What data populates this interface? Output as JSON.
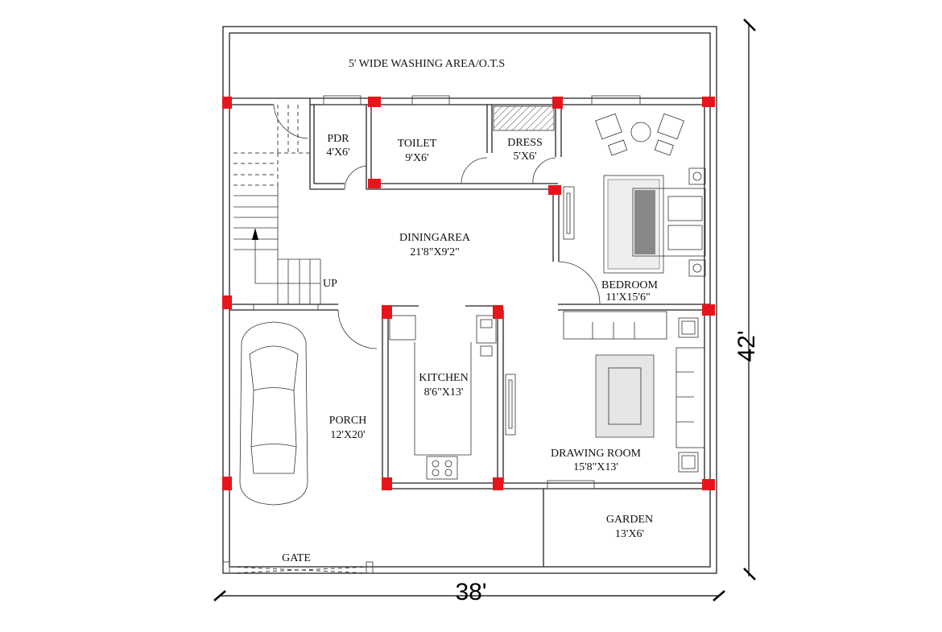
{
  "title": "38' x 42' House Floor Plan",
  "rooms": {
    "washing": {
      "name": "5' WIDE WASHING AREA/O.T.S"
    },
    "pdr": {
      "name": "PDR",
      "size": "4'X6'"
    },
    "toilet": {
      "name": "TOILET",
      "size": "9'X6'"
    },
    "dress": {
      "name": "DRESS",
      "size": "5'X6'"
    },
    "dining": {
      "name": "DININGAREA",
      "size": "21'8\"X9'2\""
    },
    "bedroom": {
      "name": "BEDROOM",
      "size": "11'X15'6\""
    },
    "kitchen": {
      "name": "KITCHEN",
      "size": "8'6\"X13'"
    },
    "porch": {
      "name": "PORCH",
      "size": "12'X20'"
    },
    "drawing": {
      "name": "DRAWING ROOM",
      "size": "15'8\"X13'"
    },
    "garden": {
      "name": "GARDEN",
      "size": "13'X6'"
    }
  },
  "stair_label": "UP",
  "gate_label": "GATE",
  "dimensions": {
    "width": "38'",
    "depth": "42'"
  },
  "colors": {
    "column": "#e8141c",
    "wall": "#222222"
  }
}
